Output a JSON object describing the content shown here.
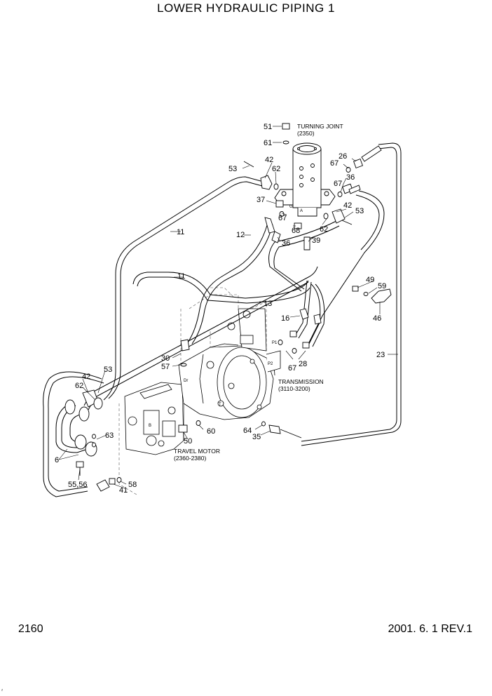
{
  "title": "LOWER HYDRAULIC PIPING 1",
  "page_number": "2160",
  "revision": "2001. 6. 1 REV.1",
  "corner_mark": "ᶻ",
  "assemblies": {
    "turning_joint": {
      "name": "TURNING JOINT",
      "ref": "(2350)"
    },
    "transmission": {
      "name": "TRANSMISSION",
      "ref": "(3110-3200)"
    },
    "travel_motor": {
      "name": "TRAVEL MOTOR",
      "ref": "(2360-2380)"
    }
  },
  "port_marks": [
    "A",
    "B",
    "G",
    "P1",
    "P2",
    "T",
    "Dr"
  ],
  "callouts": [
    "51",
    "61",
    "53",
    "42",
    "62",
    "26",
    "67",
    "36",
    "67",
    "37",
    "67",
    "68",
    "62",
    "42",
    "53",
    "11",
    "12",
    "36",
    "39",
    "11",
    "13",
    "16",
    "49",
    "59",
    "46",
    "30",
    "57",
    "28",
    "67",
    "23",
    "42",
    "53",
    "62",
    "63",
    "6",
    "60",
    "64",
    "35",
    "50",
    "55,56",
    "58",
    "41"
  ]
}
